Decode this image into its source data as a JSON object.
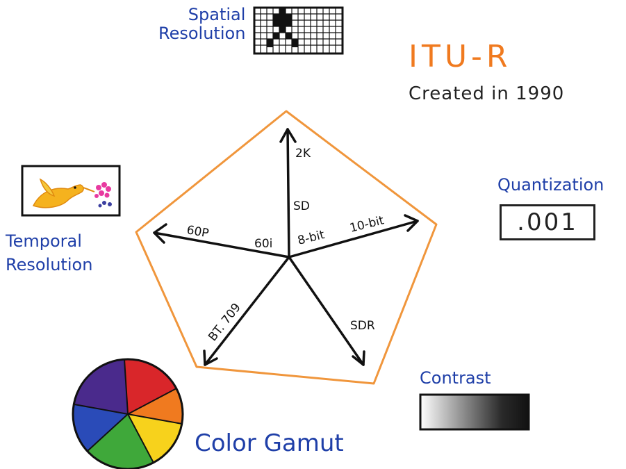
{
  "title": "ITU-R",
  "subtitle": "Created in 1990",
  "axes": {
    "spatial": {
      "label_line1": "Spatial",
      "label_line2": "Resolution",
      "inner_tick": "SD",
      "outer_tick": "2K"
    },
    "temporal": {
      "label_line1": "Temporal",
      "label_line2": "Resolution",
      "inner_tick": "60i",
      "outer_tick": "60P"
    },
    "quantization": {
      "label": "Quantization",
      "value_box": ".001",
      "inner_tick": "8-bit",
      "outer_tick": "10-bit"
    },
    "contrast": {
      "label": "Contrast",
      "tick": "SDR"
    },
    "color_gamut": {
      "label": "Color Gamut",
      "tick": "BT. 709"
    }
  },
  "colors": {
    "title": "#f07a1f",
    "pentagon": "#f0963c",
    "labels": "#1f3fa8",
    "ink": "#111111"
  }
}
